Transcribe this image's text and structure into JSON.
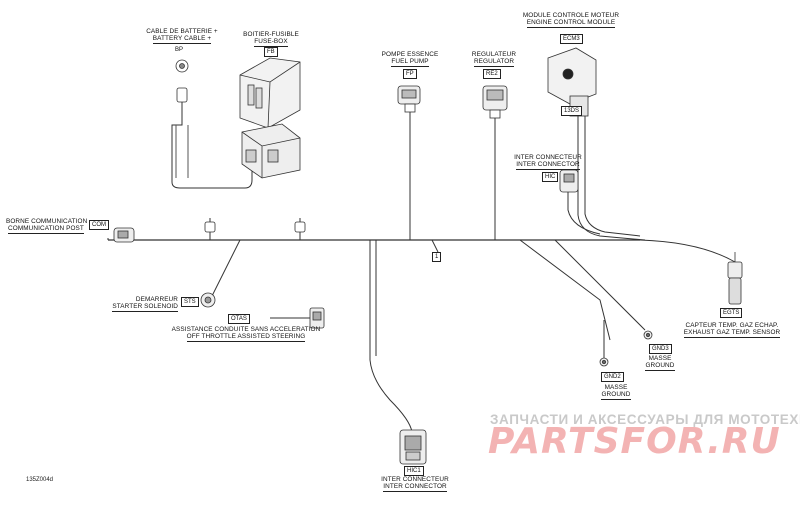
{
  "diagram": {
    "battery_cable": {
      "line1": "CABLE DE BATTERIE +",
      "line2": "BATTERY CABLE +",
      "tag": "BP"
    },
    "fuse_box": {
      "line1": "BOITIER-FUSIBLE",
      "line2": "FUSE-BOX",
      "tag": "FB"
    },
    "fuel_pump": {
      "line1": "POMPE ESSENCE",
      "line2": "FUEL PUMP",
      "tag": "FP"
    },
    "regulator": {
      "line1": "REGULATEUR",
      "line2": "REGULATOR",
      "tag": "RE2"
    },
    "ecm": {
      "line1": "MODULE CONTROLE MOTEUR",
      "line2": "ENGINE CONTROL MODULE",
      "tag": "ECM3",
      "tag2": "13DS"
    },
    "inter_connector_top": {
      "line1": "INTER CONNECTEUR",
      "line2": "INTER CONNECTOR",
      "tag": "HIC"
    },
    "comm_post": {
      "line1": "BORNE COMMUNICATION",
      "line2": "COMMUNICATION POST",
      "tag": "COM"
    },
    "harness_ref": {
      "tag": "1"
    },
    "starter": {
      "line1": "DEMARREUR",
      "line2": "STARTER SOLENOID",
      "tag": "STS"
    },
    "otas": {
      "tag": "OTAS",
      "line1": "ASSISTANCE CONDUITE SANS ACCELERATION",
      "line2": "OFF THROTTLE ASSISTED STEERING"
    },
    "egts": {
      "tag": "EGTS",
      "line1": "CAPTEUR TEMP. GAZ ECHAP.",
      "line2": "EXHAUST GAZ TEMP. SENSOR"
    },
    "gnd3": {
      "tag": "GND3",
      "line1": "MASSE",
      "line2": "GROUND"
    },
    "gnd2": {
      "tag": "GND2",
      "line1": "MASSE",
      "line2": "GROUND"
    },
    "inter_connector_bottom": {
      "tag": "HIC1",
      "line1": "INTER CONNECTEUR",
      "line2": "INTER CONNECTOR"
    },
    "drawing_code": "135Z004d"
  },
  "watermark": {
    "line1": "ЗАПЧАСТИ И АКСЕССУАРЫ ДЛЯ МОТОТЕХНИКИ",
    "line2": "PARTSFOR.RU"
  }
}
